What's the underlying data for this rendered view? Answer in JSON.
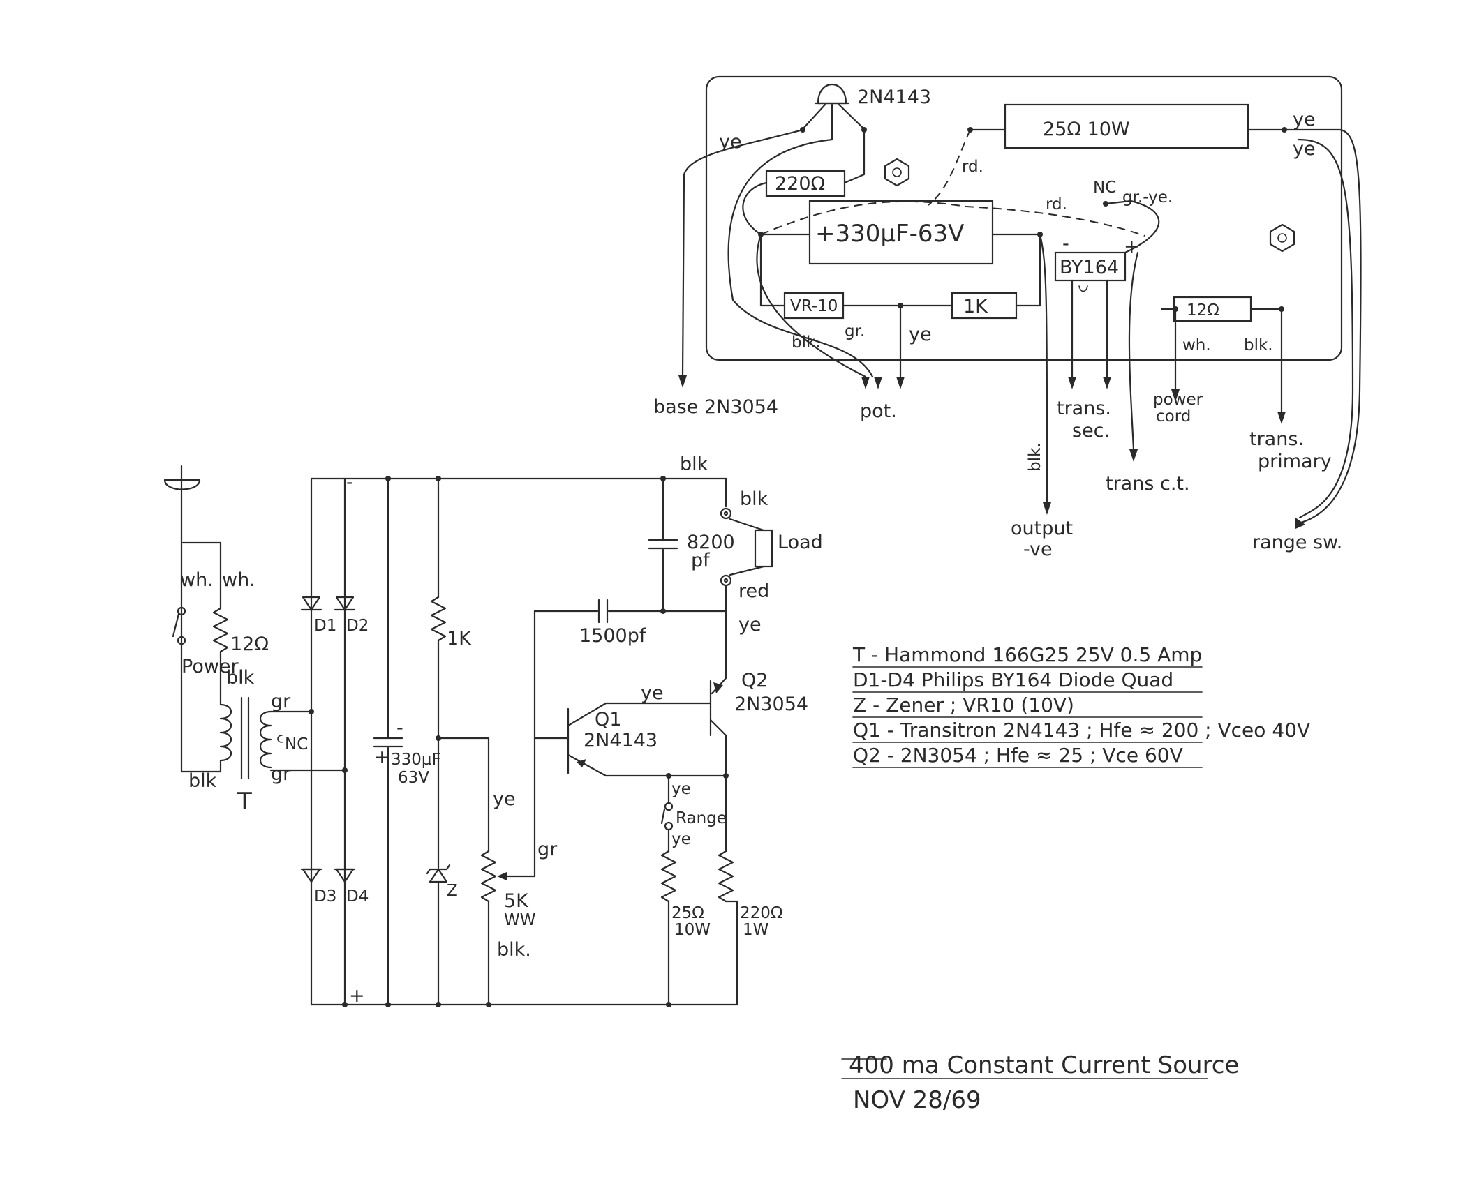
{
  "layout_view": {
    "transistor_q1": "2N4143",
    "resistor_25": "25Ω  10W",
    "resistor_220": "220Ω",
    "capacitor": "+330µF-63V",
    "vr10": "VR-10",
    "resistor_1k": "1K",
    "resistor_12": "12Ω",
    "diode_quad": "BY164",
    "nc_label": "NC",
    "wires": {
      "ye_left": "ye",
      "ye_right_1": "ye",
      "ye_right_2": "ye",
      "rd_1": "rd.",
      "rd_2": "rd.",
      "gr_ye": "gr.-ye.",
      "blk_1": "blk.",
      "gr_1": "gr.",
      "ye_pot": "ye",
      "wh": "wh.",
      "blk_2": "blk.",
      "blk_out": "blk.",
      "minus": "-",
      "plus": "+"
    },
    "destinations": {
      "base": "base 2N3054",
      "pot": "pot.",
      "trans_sec_1": "trans.",
      "trans_sec_2": "sec.",
      "trans_ct": "trans c.t.",
      "power_cord_1": "power",
      "power_cord_2": "cord",
      "trans_primary_1": "trans.",
      "trans_primary_2": "primary",
      "output_1": "output",
      "output_2": "-ve",
      "range_sw": "range sw."
    }
  },
  "schematic": {
    "wh_1": "wh.",
    "wh_2": "wh.",
    "r12": "12Ω",
    "power": "Power",
    "blk_a": "blk",
    "blk_b": "blk",
    "gr_a": "gr",
    "gr_b": "gr",
    "nc": "NC",
    "transformer": "T",
    "minus": "-",
    "plus": "+",
    "d1": "D1",
    "d2": "D2",
    "d3": "D3",
    "d4": "D4",
    "cap_330": "330µF",
    "cap_330_v": "63V",
    "cap_minus": "-",
    "cap_plus": "+",
    "r1k": "1K",
    "zener": "Z",
    "pot_5k": "5K",
    "pot_ww": "WW",
    "ye_pot": "ye",
    "gr_pot": "gr",
    "blk_pot": "blk.",
    "blk_top": "blk",
    "cap_8200": "8200",
    "cap_8200_unit": "pf",
    "blk_load": "blk",
    "load": "Load",
    "red": "red",
    "cap_1500": "1500pf",
    "ye_q2": "ye",
    "ye_base": "ye",
    "q1": "Q1",
    "q1_type": "2N4143",
    "q2": "Q2",
    "q2_type": "2N3054",
    "ye_range_top": "ye",
    "range": "Range",
    "ye_range_bot": "ye",
    "r25": "25Ω",
    "r25_w": "10W",
    "r220": "220Ω",
    "r220_w": "1W"
  },
  "notes": [
    "T - Hammond  166G25   25V   0.5 Amp",
    "D1-D4   Philips   BY164  Diode  Quad",
    "Z -   Zener ;   VR10   (10V)",
    "Q1 -  Transitron    2N4143 ; Hfe ≈ 200 ; Vceo  40V",
    "Q2 -                        2N3054 ; Hfe ≈ 25 ; Vce   60V"
  ],
  "title": "400 ma  Constant  Current  Source",
  "date": "NOV 28/69"
}
